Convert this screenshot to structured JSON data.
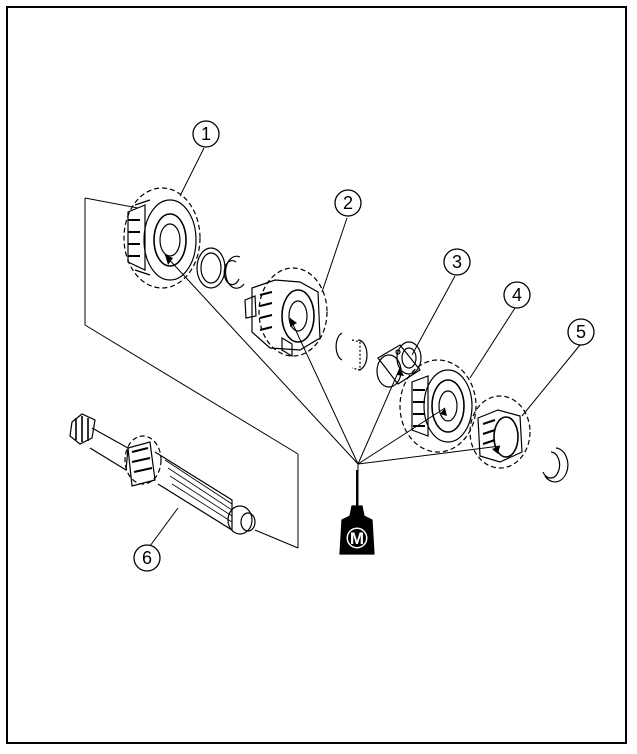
{
  "diagram": {
    "callouts": [
      {
        "id": "part-1",
        "label": "1"
      },
      {
        "id": "part-2",
        "label": "2"
      },
      {
        "id": "part-3",
        "label": "3"
      },
      {
        "id": "part-4",
        "label": "4"
      },
      {
        "id": "part-5",
        "label": "5"
      },
      {
        "id": "part-6",
        "label": "6"
      }
    ],
    "oil_symbol": {
      "label": "M",
      "icon": "oil-can-icon"
    },
    "colors": {
      "line": "#000000",
      "background": "#ffffff"
    }
  }
}
